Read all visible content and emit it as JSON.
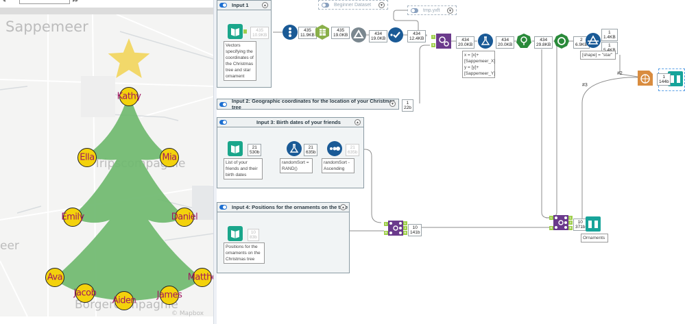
{
  "map": {
    "place_labels": [
      "Sappemeer",
      "Tripscompagnie",
      "eer",
      "Borgercompagnie"
    ],
    "attribution": "© Mapbox",
    "colors": {
      "tree": "#6fb86f",
      "star": "#f2d86a",
      "ornament_fill": "#f3d20c",
      "ornament_text": "#a0165f"
    },
    "ornaments": [
      {
        "name": "Kathy"
      },
      {
        "name": "Ella"
      },
      {
        "name": "Mia"
      },
      {
        "name": "Emily"
      },
      {
        "name": "Daniel"
      },
      {
        "name": "Ava"
      },
      {
        "name": "Matthe"
      },
      {
        "name": "Jacob"
      },
      {
        "name": "Aiden"
      },
      {
        "name": "James"
      }
    ]
  },
  "workflow": {
    "containers": [
      {
        "title": "Input 1",
        "annotation": "Vectors specifying the coordinates of the Christmas tree and star ornament",
        "badge": [
          "435",
          "10.9KB"
        ]
      },
      {
        "title": "Input 2: Geographic coordinates for the location of your Christmas tree",
        "badge": [
          "1",
          "22b"
        ]
      },
      {
        "title": "Input 3: Birth dates of your friends",
        "tools": [
          {
            "badge": [
              "21",
              "530b"
            ],
            "annotation": "List of your friends and their birth dates"
          },
          {
            "badge": [
              "21",
              "635b"
            ],
            "annotation": "randomSort = RAND()"
          },
          {
            "badge": [
              "21",
              "635b"
            ],
            "annotation": "randomSort - Ascending"
          }
        ]
      },
      {
        "title": "Input 4: Positions for the ornaments on the tree",
        "annotation": "Positions for the ornaments on the Christmas tree",
        "badge": [
          "10",
          "83b"
        ]
      }
    ],
    "floating": [
      {
        "label": "Beginner Dataset"
      },
      {
        "label": "tmp.yxft"
      }
    ],
    "badges": {
      "record_id": [
        "435",
        "11.9KB"
      ],
      "text_to_cols": [
        "435",
        "19.0KB"
      ],
      "poly_build": [
        "434",
        "19.0KB"
      ],
      "check": [
        "434",
        "12.4KB"
      ],
      "append": [
        "434",
        "20.0KB"
      ],
      "formula": [
        "434",
        "20.0KB"
      ],
      "spatial": [
        "434",
        "29.8KB"
      ],
      "summarize": [
        "2",
        "6.9KB"
      ],
      "filter_true": [
        "1",
        "1.4KB"
      ],
      "filter_false": [
        "1",
        "5.4KB"
      ],
      "join1": [
        "10",
        "141b"
      ],
      "join2": [
        "10",
        "371b"
      ],
      "render": [
        "1",
        "144b"
      ]
    },
    "annotations": {
      "formula": "x = [x]+ [Sappemeer_X] y = [y]+ [Sappemeer_Y]",
      "filter": "[shape] = \"star\"",
      "browse": "Ornaments"
    },
    "connection_labels": [
      "#2",
      "#3"
    ],
    "join_anchors": {
      "left": "L",
      "right": "R",
      "join": "J"
    },
    "filter_anchors": {
      "true": "T",
      "false": "F"
    },
    "append_anchors": {
      "target": "T",
      "source": "S"
    }
  }
}
